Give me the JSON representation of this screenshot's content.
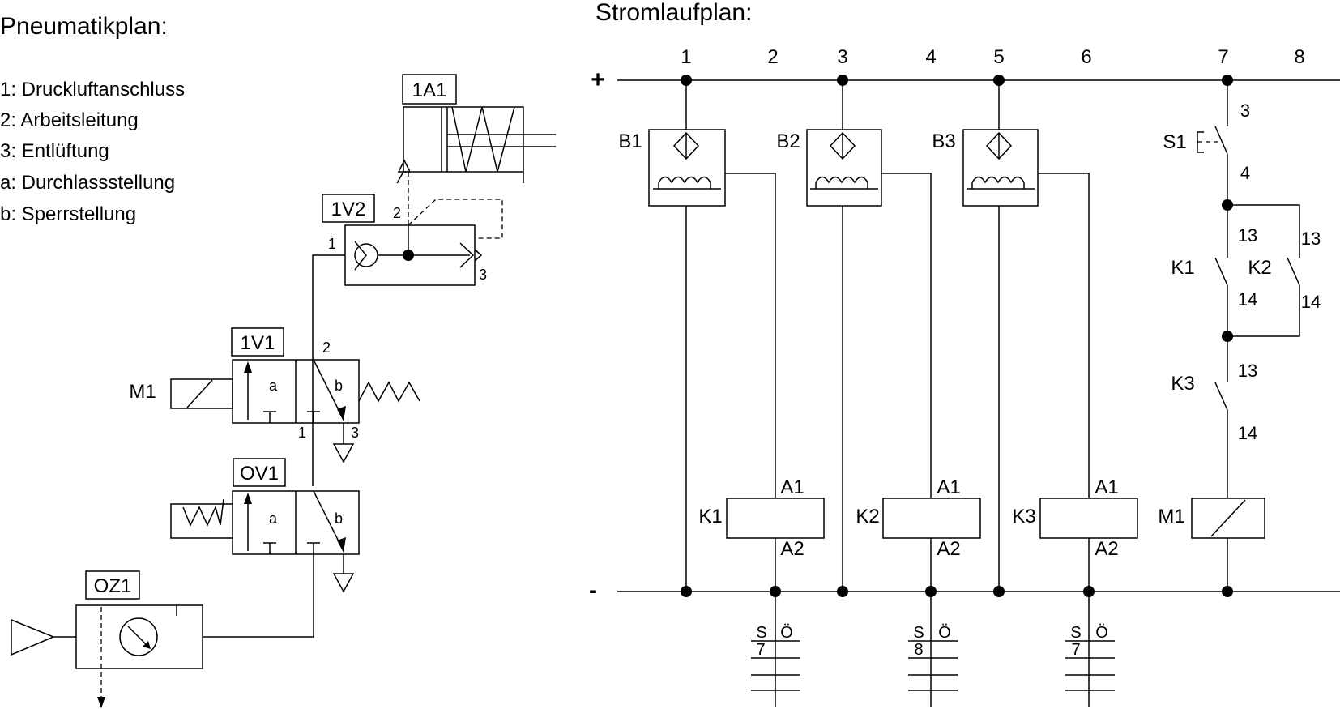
{
  "pneumatic": {
    "title": "Pneumatikplan:",
    "legend": [
      "1: Druckluftanschluss",
      "2: Arbeitsleitung",
      "3: Entlüftung",
      "a: Durchlassstellung",
      "b: Sperrstellung"
    ],
    "labels": {
      "cyl": "1A1",
      "v2": "1V2",
      "v1": "1V1",
      "ov1": "OV1",
      "oz1": "OZ1",
      "m1": "M1",
      "pos_a": "a",
      "pos_b": "b",
      "port1": "1",
      "port2": "2",
      "port3": "3"
    }
  },
  "circuit": {
    "title": "Stromlaufplan:",
    "plus": "+",
    "minus": "-",
    "columns": [
      "1",
      "2",
      "3",
      "4",
      "5",
      "6",
      "7",
      "8"
    ],
    "sensors": [
      "B1",
      "B2",
      "B3"
    ],
    "relays": [
      "K1",
      "K2",
      "K3"
    ],
    "a1": "A1",
    "a2": "A2",
    "s1": "S1",
    "k1": "K1",
    "k2": "K2",
    "k3": "K3",
    "m1": "M1",
    "contact": {
      "n3": "3",
      "n4": "4",
      "n13": "13",
      "n14": "14"
    },
    "contact_tables": [
      {
        "s": "S",
        "o": "Ö",
        "v": "7"
      },
      {
        "s": "S",
        "o": "Ö",
        "v": "8"
      },
      {
        "s": "S",
        "o": "Ö",
        "v": "7"
      }
    ]
  }
}
